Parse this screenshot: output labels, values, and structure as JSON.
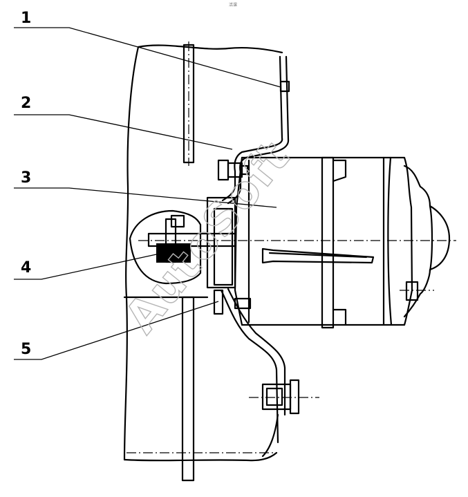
{
  "top_mark": "活课",
  "callouts": [
    {
      "label": "1"
    },
    {
      "label": "2"
    },
    {
      "label": "3"
    },
    {
      "label": "4"
    },
    {
      "label": "5"
    }
  ],
  "watermark": "AutoSoft"
}
